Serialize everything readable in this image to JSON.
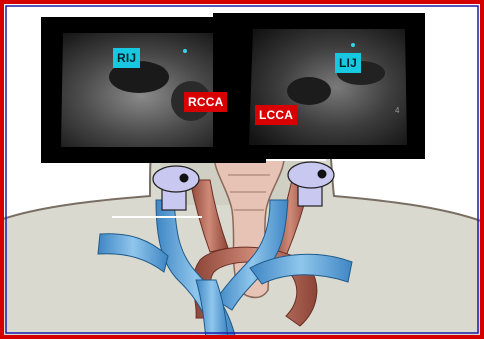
{
  "labels": {
    "rij": "RIJ",
    "rcca": "RCCA",
    "lij": "LIJ",
    "lcca": "LCCA"
  },
  "colors": {
    "frame_red": "#d40000",
    "frame_blue": "#1a1aa8",
    "vein_label_bg": "#18c8e0",
    "artery_label_bg": "#d80000",
    "vein_blue": "#5aa8d8",
    "artery_pink": "#b86a5a",
    "probe_lavender": "#c8c8f0"
  },
  "icons": {
    "probe": "ultrasound-probe-icon"
  }
}
